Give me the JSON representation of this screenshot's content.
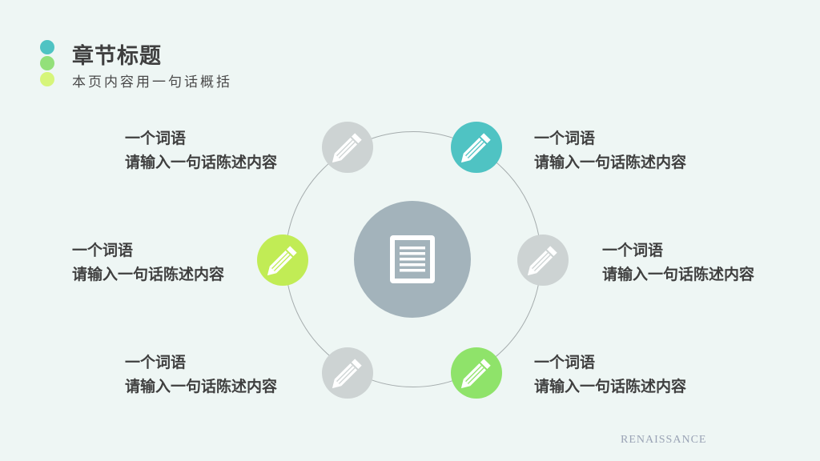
{
  "header": {
    "title": "章节标题",
    "subtitle": "本页内容用一句话概括"
  },
  "items": [
    {
      "position": "top-left",
      "head": "一个词语",
      "body": "请输入一句话陈述内容",
      "icon": "pencil-icon",
      "color": "#cdd3d3"
    },
    {
      "position": "top-right",
      "head": "一个词语",
      "body": "请输入一句话陈述内容",
      "icon": "pencil-icon",
      "color": "#4fc3c3"
    },
    {
      "position": "middle-left",
      "head": "一个词语",
      "body": "请输入一句话陈述内容",
      "icon": "pencil-icon",
      "color": "#c1ec55"
    },
    {
      "position": "middle-right",
      "head": "一个词语",
      "body": "请输入一句话陈述内容",
      "icon": "pencil-icon",
      "color": "#cdd3d3"
    },
    {
      "position": "bottom-left",
      "head": "一个词语",
      "body": "请输入一句话陈述内容",
      "icon": "pencil-icon",
      "color": "#cdd3d3"
    },
    {
      "position": "bottom-right",
      "head": "一个词语",
      "body": "请输入一句话陈述内容",
      "icon": "pencil-icon",
      "color": "#8fe36a"
    }
  ],
  "center": {
    "icon": "document-icon",
    "color": "#a3b3bb"
  },
  "accent_colors": [
    "#4fc3c3",
    "#93e07a",
    "#d6f57a"
  ],
  "footer": {
    "brand": "RENAISSANCE"
  }
}
